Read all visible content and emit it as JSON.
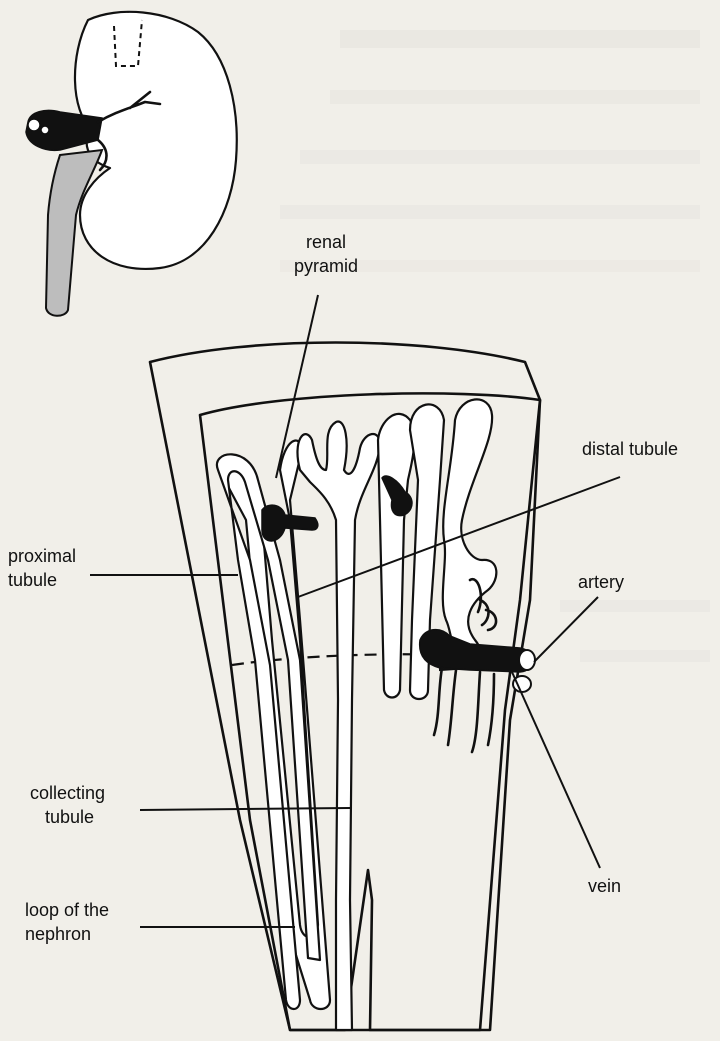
{
  "labels": {
    "renal_pyramid": [
      "renal",
      "pyramid"
    ],
    "distal_tubule": "distal tubule",
    "proximal_tubule": [
      "proximal",
      "tubule"
    ],
    "artery": "artery",
    "collecting_tubule": [
      "collecting",
      "tubule"
    ],
    "vein": "vein",
    "loop_of_nephron": [
      "loop of the",
      "nephron"
    ]
  },
  "colors": {
    "background": "#f1efe9",
    "outline": "#111111",
    "vessel_grey": "#bdbdbd"
  }
}
